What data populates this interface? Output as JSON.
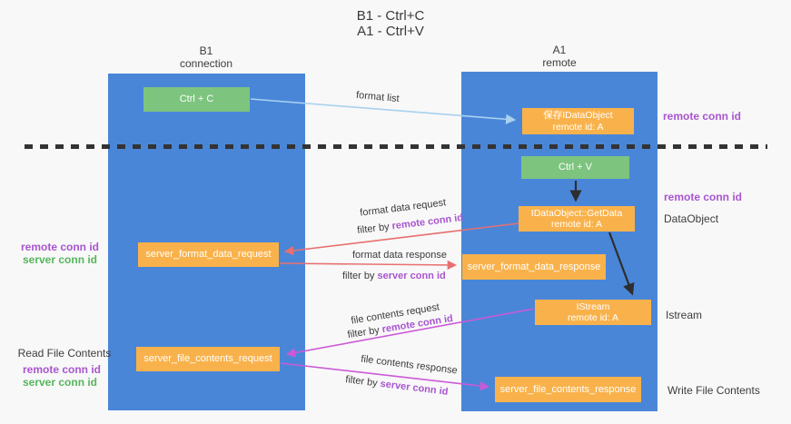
{
  "title": {
    "line1": "B1 - Ctrl+C",
    "line2": "A1 - Ctrl+V"
  },
  "lanes": {
    "left": {
      "name": "B1",
      "role": "connection"
    },
    "right": {
      "name": "A1",
      "role": "remote"
    }
  },
  "nodes": {
    "ctrl_c": {
      "label": "Ctrl + C"
    },
    "ctrl_v": {
      "label": "Ctrl + V"
    },
    "save_idataobject": {
      "line1": "保存IDataObject",
      "line2": "remote id: A"
    },
    "getdata": {
      "line1": "IDataObject::GetData",
      "line2": "remote id: A"
    },
    "istream": {
      "line1": "IStream",
      "line2": "remote id: A"
    },
    "format_request": {
      "label": "server_format_data_request"
    },
    "format_response": {
      "label": "server_format_data_response"
    },
    "file_request": {
      "label": "server_file_contents_request"
    },
    "file_response": {
      "label": "server_file_contents_response"
    }
  },
  "edge_labels": {
    "format_list": {
      "text": "format list"
    },
    "format_data_request": {
      "text": "format data request",
      "filter_prefix": "filter by",
      "filter_value": "remote conn id"
    },
    "format_data_response": {
      "text": "format data response",
      "filter_prefix": "filter by",
      "filter_value": "server conn id"
    },
    "file_contents_request": {
      "text": "file contents request",
      "filter_prefix": "filter by",
      "filter_value": "remote conn id"
    },
    "file_contents_response": {
      "text": "file contents response",
      "filter_prefix": "filter by",
      "filter_value": "server conn id"
    }
  },
  "side_labels": {
    "right_remote_conn_id_top": "remote conn id",
    "right_remote_conn_id_mid": "remote conn id",
    "data_object": "DataObject",
    "istream": "Istream",
    "write_file_contents": "Write File Contents",
    "read_file_contents": "Read File Contents",
    "left_remote_conn_id_1": "remote conn id",
    "left_server_conn_id_1": "server conn id",
    "left_remote_conn_id_2": "remote conn id",
    "left_server_conn_id_2": "server conn id"
  },
  "colors": {
    "lane_blue": "#4a86d8",
    "node_green": "#7dc47f",
    "node_orange": "#f9b24b",
    "arrow_red": "#e87070",
    "arrow_magenta": "#cb5ad6",
    "arrow_lightblue": "#a8d2ee",
    "arrow_black": "#2e2e2e",
    "label_purple": "#a855cf",
    "label_green": "#56b55c",
    "text_dark": "#3b3b3b"
  }
}
